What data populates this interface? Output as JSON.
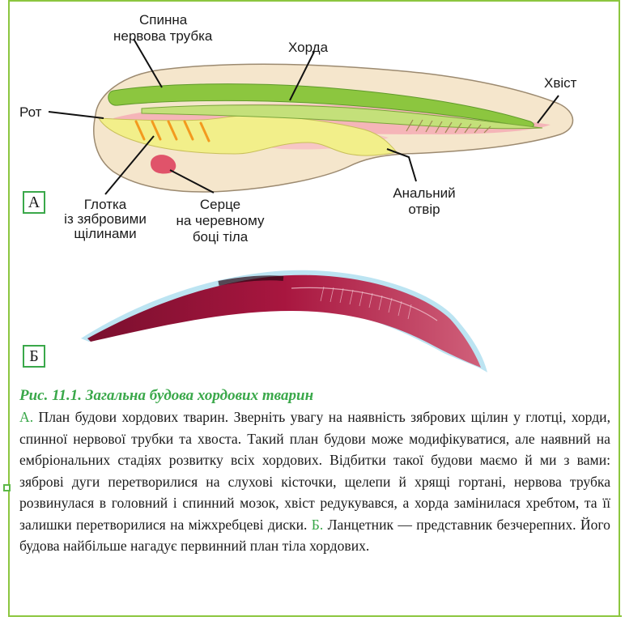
{
  "labels": {
    "neural_tube": [
      "Спинна",
      "нервова трубка"
    ],
    "notochord": "Хорда",
    "tail": "Хвіст",
    "mouth": "Рот",
    "pharynx": [
      "Глотка",
      "із зябровими",
      "щілинами"
    ],
    "heart": [
      "Серце",
      "на черевному",
      "боці тіла"
    ],
    "anus": [
      "Анальний",
      "отвір"
    ]
  },
  "panel_letters": {
    "a": "А",
    "b": "Б"
  },
  "caption": {
    "title": "Рис. 11.1. Загальна будова хордових тварин",
    "a_marker": "А.",
    "a_text": "План будови хордових тварин. Зверніть увагу на наявність зябрових щілин у глотці, хорди, спинної нервової трубки та хвоста. Такий план будови може модифікуватися, але наявний на ембріональних стадіях розвитку всіх хордових. Відбитки такої будови маємо й ми з вами: зяброві дуги перетворилися на слухові кісточки, щелепи й хрящі гортані, нервова трубка розвинулася в головний і спинний мозок, хвіст редукувався, а хорда замінилася хребтом, та її залишки перетворилися на міжхребцеві диски.",
    "b_marker": "Б.",
    "b_text": "Ланцетник — представник безчерепних. Його будова найбільше нагадує первинний план тіла хордових."
  },
  "colors": {
    "frame": "#8cc63f",
    "accent": "#3aa84a",
    "neural_tube": "#8cc63f",
    "body": "#f5e6cc",
    "pink": "#f5b5b8",
    "pharynx": "#f2ef8a",
    "gill": "#f39a1e",
    "heart": "#e0536a"
  }
}
